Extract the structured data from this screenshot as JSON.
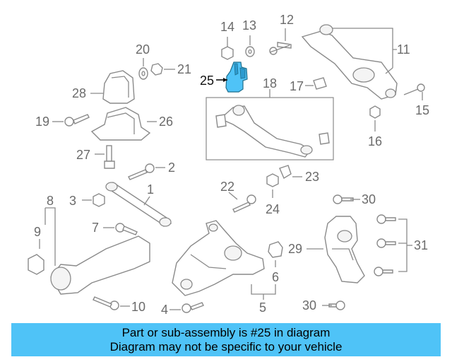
{
  "diagram": {
    "highlighted_part": "25",
    "callouts": [
      "1",
      "2",
      "3",
      "4",
      "5",
      "6",
      "7",
      "8",
      "9",
      "10",
      "11",
      "12",
      "13",
      "14",
      "15",
      "16",
      "17",
      "18",
      "19",
      "20",
      "21",
      "22",
      "23",
      "24",
      "25",
      "26",
      "27",
      "28",
      "29",
      "30",
      "30",
      "31"
    ],
    "highlight_color": "#4fc3f7"
  },
  "banner": {
    "line1": "Part or sub-assembly is #25 in diagram",
    "line2": "Diagram may not be specific to your vehicle",
    "background": "#4fc3f7"
  }
}
